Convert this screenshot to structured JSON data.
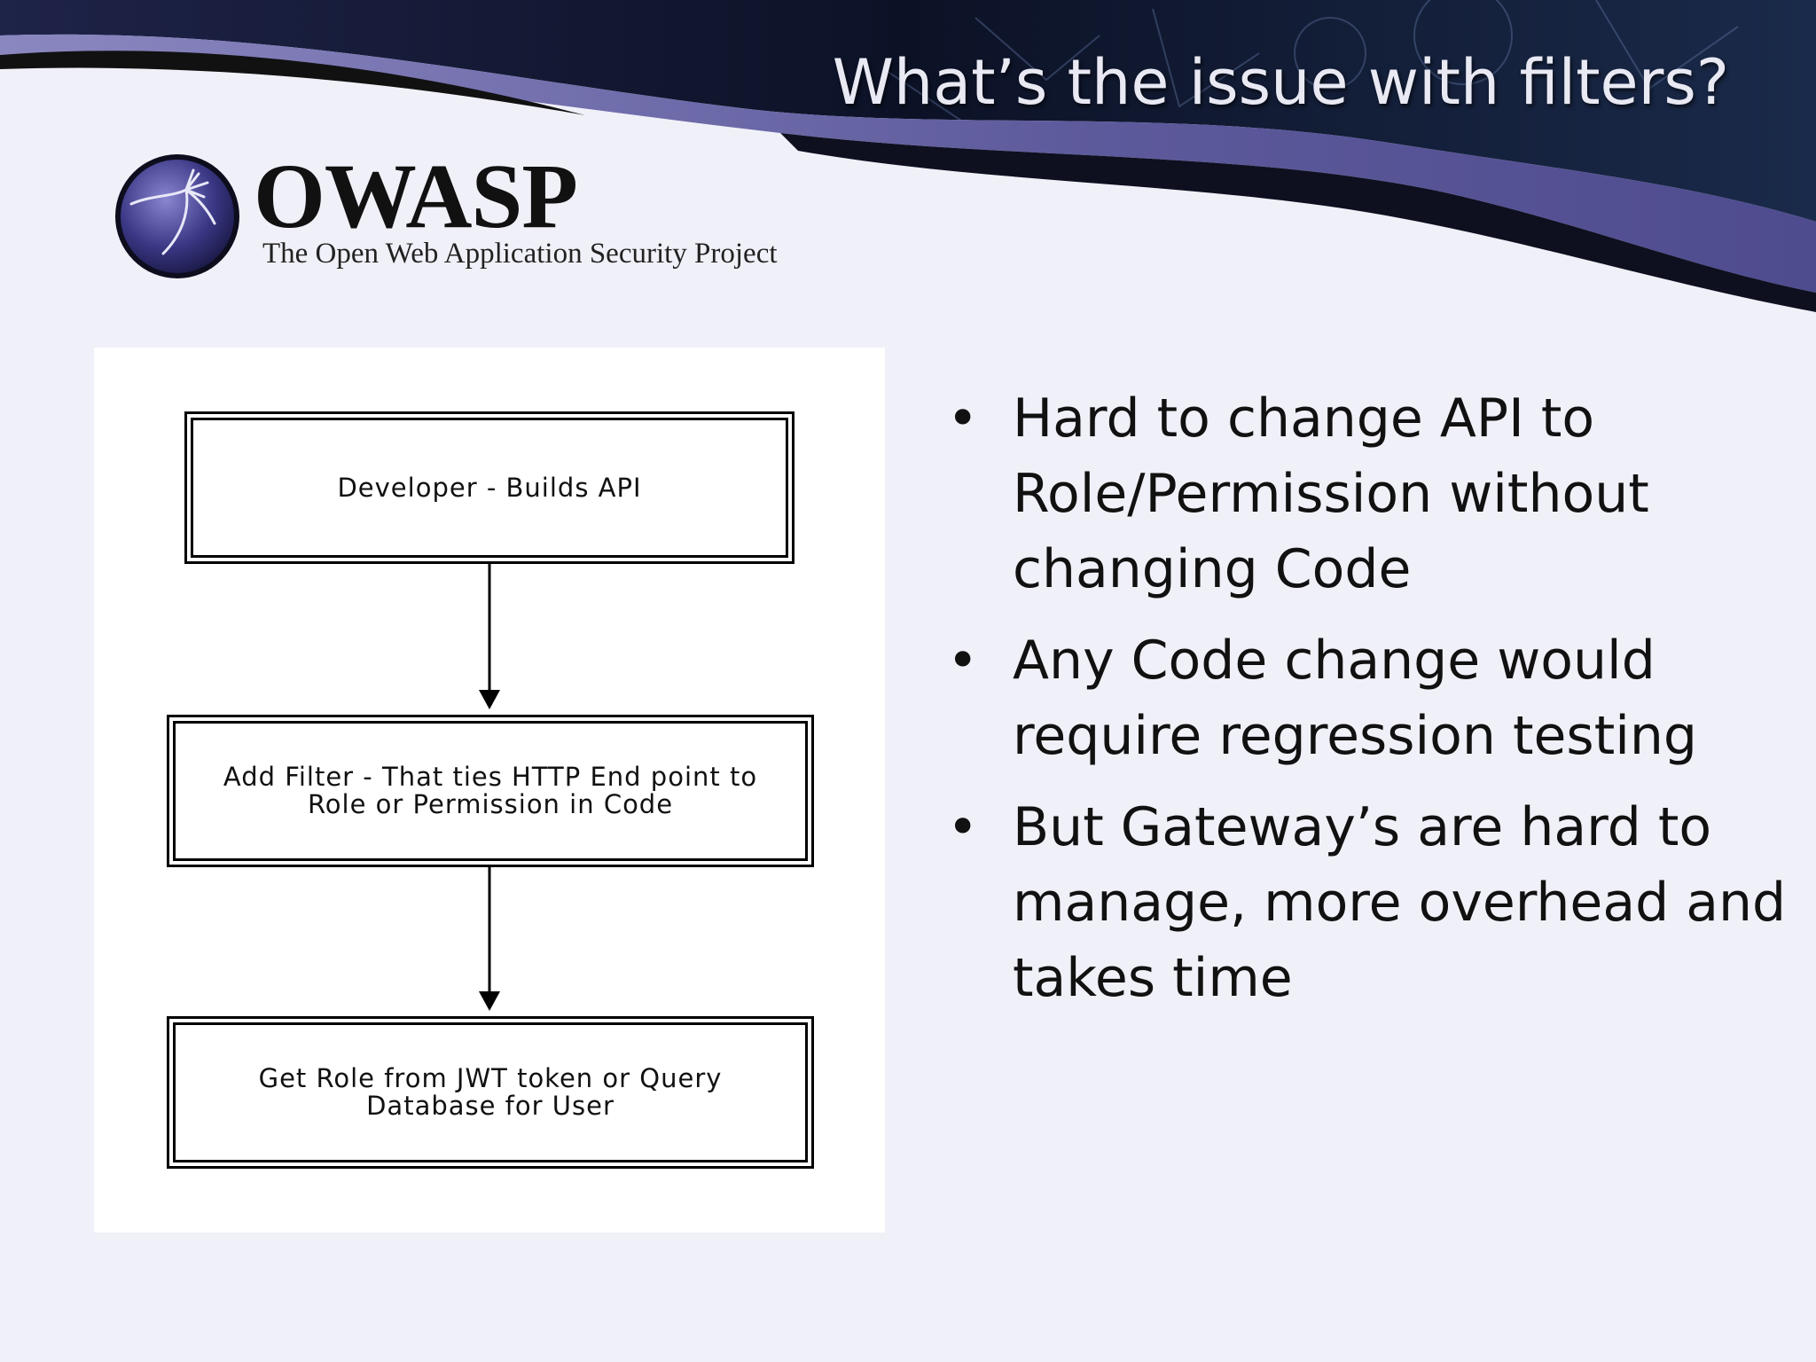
{
  "slide": {
    "title": "What’s the issue with filters?"
  },
  "logo": {
    "name": "OWASP",
    "tagline": "The Open Web Application Security Project"
  },
  "flowchart": {
    "steps": [
      {
        "label": "Developer - Builds API"
      },
      {
        "label": "Add Filter - That ties HTTP End point to\nRole or Permission in Code"
      },
      {
        "label": "Get Role from JWT token or Query\nDatabase for User"
      }
    ]
  },
  "bullets": [
    {
      "text": "Hard to change API to Role/Permission without changing Code"
    },
    {
      "text": "Any Code change would require regression testing"
    },
    {
      "text": "But Gateway’s are hard to manage, more overhead and takes time"
    }
  ],
  "colors": {
    "background": "#f0f0f8",
    "wave_purple": "#5d5a9c",
    "wave_dark": "#0e1020",
    "title_text": "#e9e9f4"
  },
  "icons": {
    "bullet": "•"
  }
}
